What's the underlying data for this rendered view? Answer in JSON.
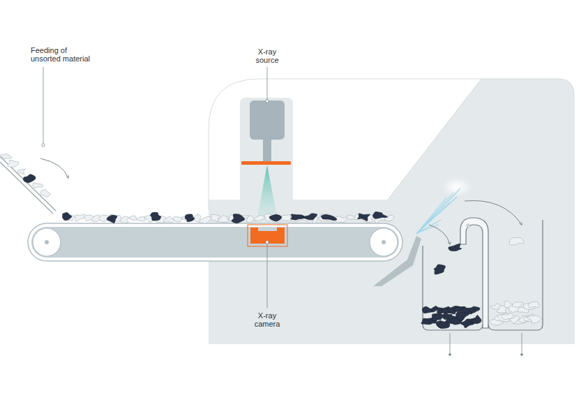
{
  "diagram": {
    "labels": [
      "Feeding of unsorted material",
      "X-ray source",
      "X-ray camera"
    ]
  }
}
